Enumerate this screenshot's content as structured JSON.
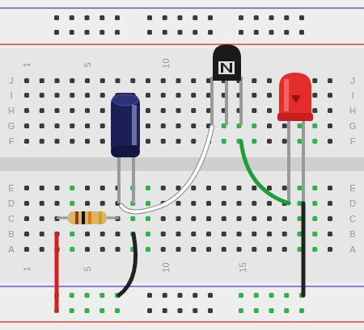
{
  "diagram": {
    "labels": [
      "1",
      "5",
      "10",
      "J",
      "I",
      "H",
      "G",
      "F",
      "J",
      "I",
      "H",
      "G",
      "F",
      "E",
      "D",
      "C",
      "B",
      "A",
      "E",
      "D",
      "C",
      "B",
      "A",
      "1",
      "5",
      "10",
      "15"
    ]
  }
}
